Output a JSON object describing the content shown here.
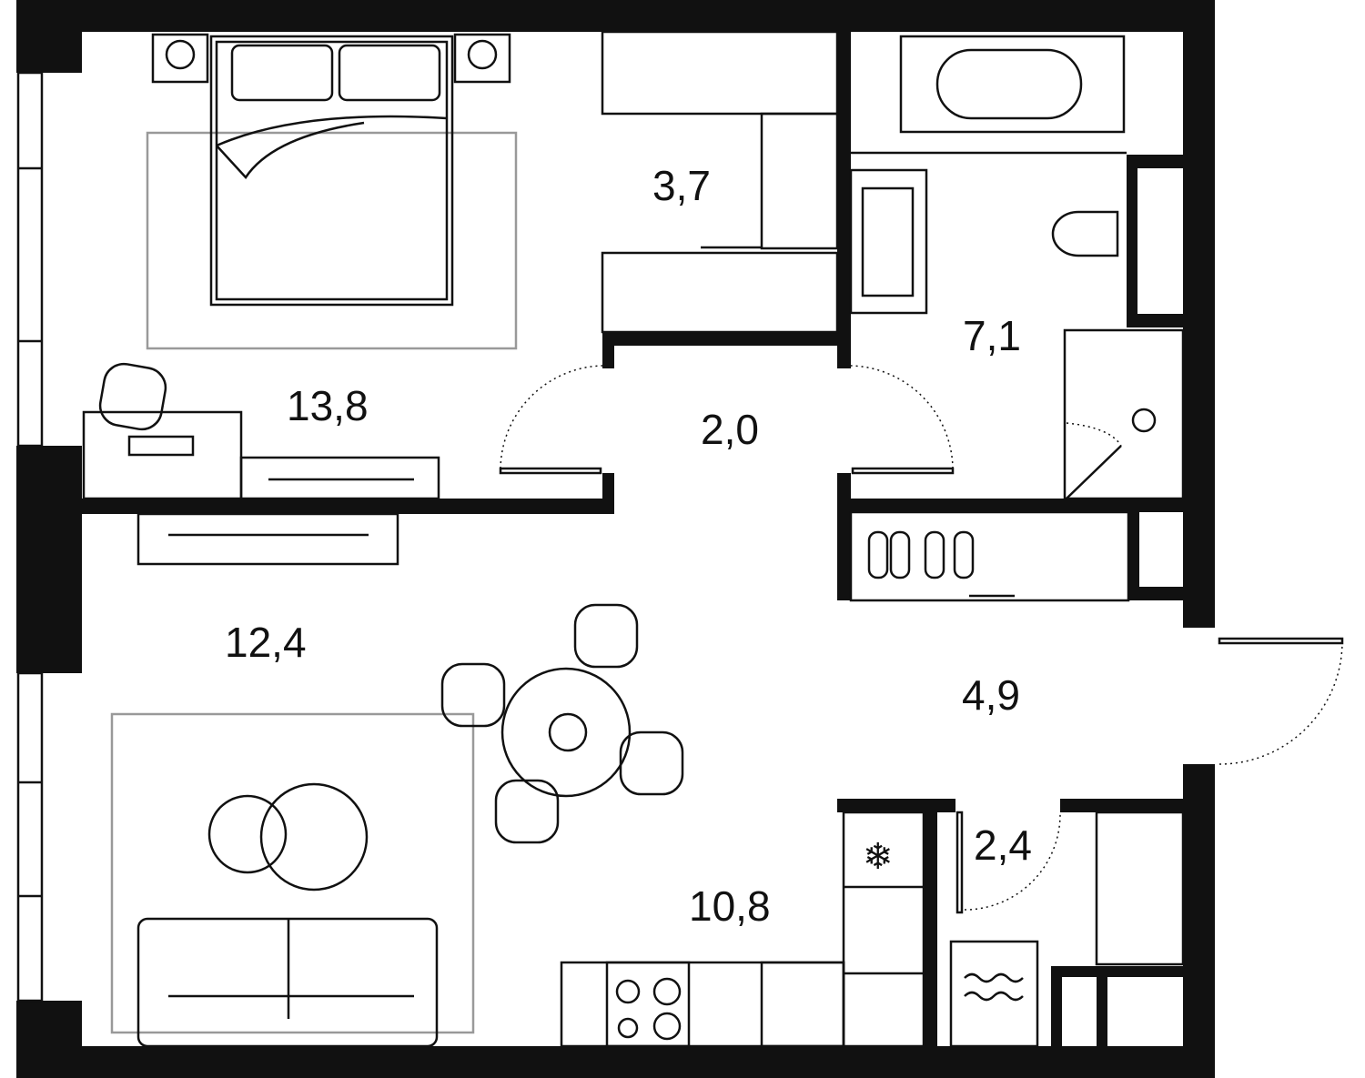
{
  "plan": {
    "colors": {
      "wall": "#111111",
      "furniture_line": "#111111",
      "rug": "#999999",
      "background": "#ffffff"
    },
    "rooms": [
      {
        "id": "bedroom",
        "area": "13,8"
      },
      {
        "id": "wardrobe",
        "area": "3,7"
      },
      {
        "id": "hall-small",
        "area": "2,0"
      },
      {
        "id": "bathroom",
        "area": "7,1"
      },
      {
        "id": "living-room",
        "area": "12,4"
      },
      {
        "id": "entrance-hall",
        "area": "4,9"
      },
      {
        "id": "kitchen",
        "area": "10,8"
      },
      {
        "id": "storage",
        "area": "2,4"
      }
    ]
  }
}
